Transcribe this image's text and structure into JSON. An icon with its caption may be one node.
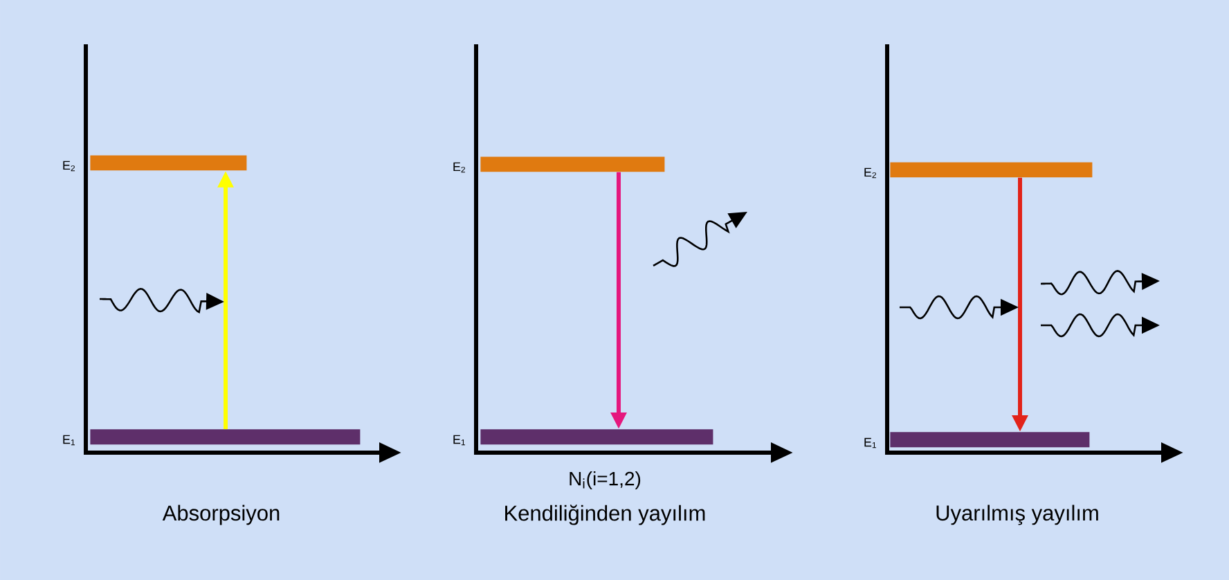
{
  "diagram": {
    "nodes": [
      {
        "text": [],
        "shape": "bar",
        "beside": [
          "E$_{2}$"
        ]
      },
      {
        "text": [],
        "shape": "bar",
        "beside": [
          "E$_{1}$"
        ]
      },
      {
        "text": [],
        "shape": "bar",
        "beside": [
          "E$_{2}$"
        ]
      },
      {
        "text": [],
        "shape": "bar",
        "beside": [
          "E$_{1}$"
        ]
      },
      {
        "text": [],
        "shape": "bar",
        "beside": [
          "E$_{2}$"
        ]
      },
      {
        "text": [],
        "shape": "bar",
        "beside": [
          "E$_{1}$"
        ]
      }
    ],
    "edges": [
      {
        "from": 1,
        "to": 0,
        "arrow": "to",
        "color": "#ffff00"
      },
      {
        "from": 2,
        "to": 3,
        "arrow": "to",
        "color": "#e5177e"
      },
      {
        "from": 4,
        "to": 5,
        "arrow": "to",
        "color": "#e2231a"
      }
    ],
    "labels": [
      "N$_{i}$(i=1,2)",
      "Absorpsiyon",
      "Kendiliğinden yayılım",
      "Uyarılmış yayılım"
    ]
  }
}
